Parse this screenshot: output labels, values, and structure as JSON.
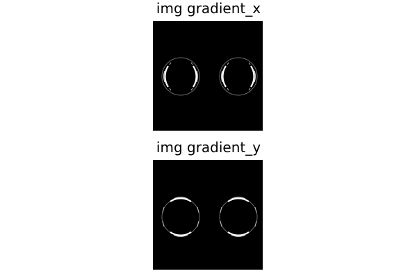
{
  "panels": [
    {
      "title": "img gradient_x",
      "image_description_name": "gradient-x-image"
    },
    {
      "title": "img gradient_y",
      "image_description_name": "gradient-y-image"
    }
  ],
  "colors": {
    "page_background": "#ffffff",
    "image_background": "#000000",
    "edge": "#e8e8e8"
  }
}
